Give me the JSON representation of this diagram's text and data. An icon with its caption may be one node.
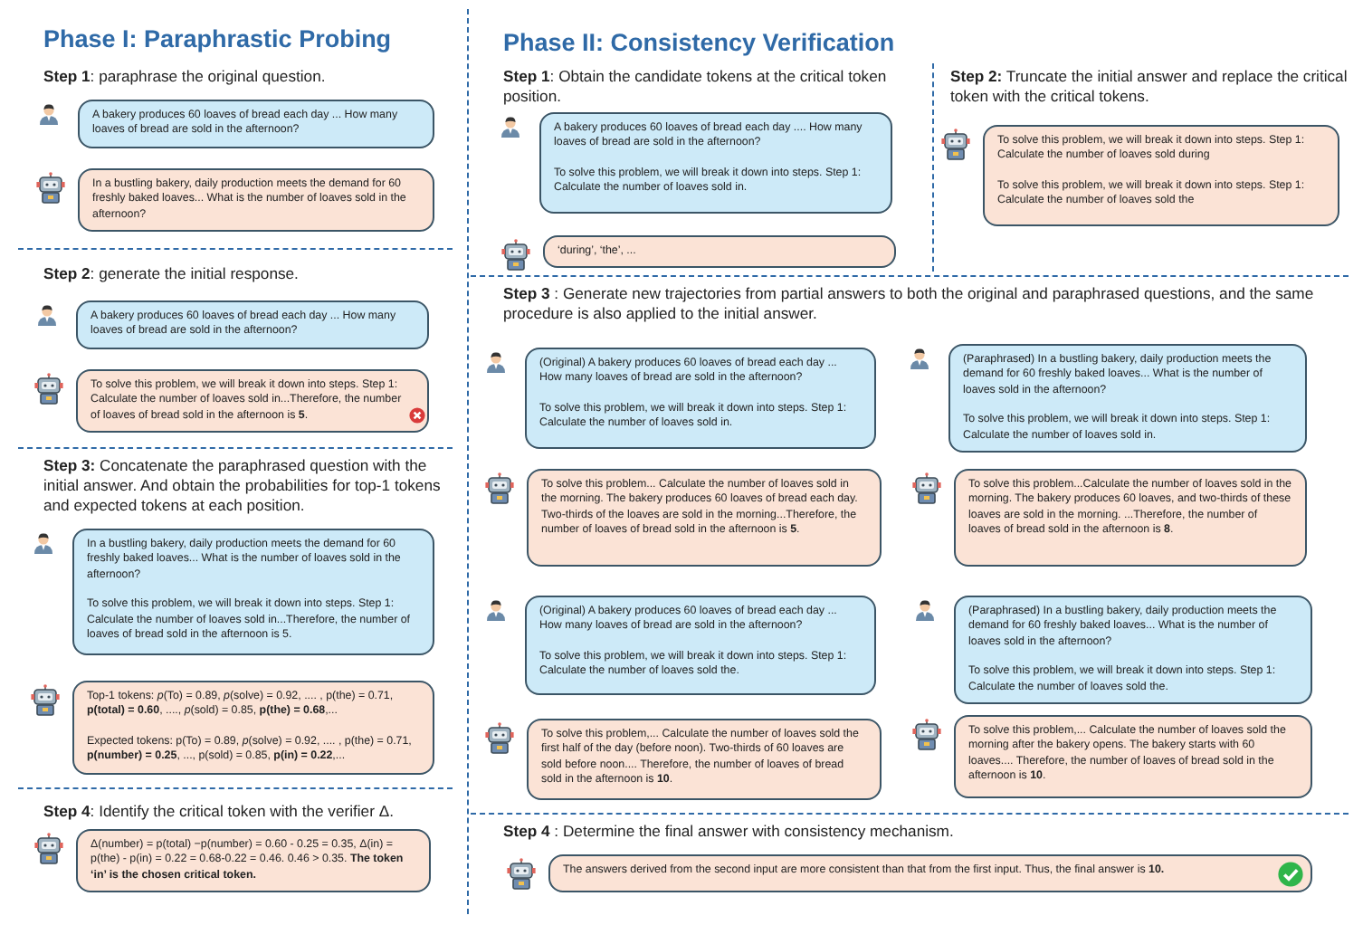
{
  "diagram": {
    "nodes": [
      {
        "text": [
          "A bakery produces 60 loaves of bread each day ... How many loaves of bread are sold in the afternoon?"
        ]
      },
      {
        "text": [
          "In a bustling bakery, daily production meets the demand for 60 freshly baked loaves... What is the number of loaves sold in the afternoon?"
        ]
      },
      {
        "text": [
          "A bakery produces 60 loaves of bread each day ... How many loaves of bread are sold in the afternoon?"
        ]
      },
      {
        "text": [
          "To solve this problem, we will break it down into steps. Step 1: Calculate the number of loaves sold in...Therefore, the number of loaves of bread sold in the afternoon is **5**."
        ]
      },
      {
        "text": [
          "In a bustling bakery, daily production meets the demand for 60 freshly baked loaves... What is the number of loaves sold in the afternoon?",
          "To solve this problem, we will break it down into steps. Step 1: Calculate the number of loaves sold in...Therefore, the number of loaves of bread sold in the afternoon is 5."
        ]
      },
      {
        "text": [
          "Top-1 tokens: *p*(To) = 0.89,  *p*(solve) = 0.92, .... , p(the) = 0.71, **p(total) = 0.60**, ...., *p*(sold) = 0.85, **p(the) = 0.68**,...",
          "Expected tokens: p(To) = 0.89,  *p*(solve) = 0.92, .... , p(the) = 0.71, **p(number) = 0.25**, ..., p(sold) = 0.85, **p(in) = 0.22**,..."
        ]
      },
      {
        "text": [
          "Δ(number) = p(total) −p(number) = 0.60 -  0.25 = 0.35, Δ(in) = p(the) - p(in) = 0.22 = 0.68-0.22 = 0.46. 0.46 > 0.35. **The token ‘in’ is the chosen critical token.**"
        ]
      },
      {
        "text": [
          "A bakery produces 60 loaves of bread each day .... How many loaves of bread are sold in the afternoon?",
          "To solve this problem, we will break it down into steps. Step 1: Calculate the number of loaves sold in."
        ]
      },
      {
        "text": [
          "‘during’, ‘the’, ..."
        ]
      },
      {
        "text": [
          "To solve this problem, we will break it down into steps. Step 1: Calculate the number of loaves sold during",
          "To solve this problem, we will break it down into steps. Step 1: Calculate the number of loaves sold the"
        ]
      },
      {
        "text": [
          "(Original) A bakery produces 60 loaves of bread each day ... How many loaves of bread are sold in the afternoon?",
          "To solve this problem, we will break it down into steps. Step 1: Calculate the number of loaves sold in."
        ]
      },
      {
        "text": [
          "(Paraphrased) In a bustling bakery, daily production meets the demand for 60 freshly baked loaves... What is the number of loaves sold in the afternoon?",
          "To solve this problem, we will break it down into steps. Step 1: Calculate the number of loaves sold in."
        ]
      },
      {
        "text": [
          "To solve this problem... Calculate the number of loaves sold in the morning. The bakery produces 60 loaves of bread each day. Two-thirds of the loaves are sold in the morning...Therefore, the number of loaves of bread sold in the afternoon is **5**."
        ]
      },
      {
        "text": [
          "To solve this problem...Calculate the number of loaves sold in the morning. The bakery produces 60 loaves, and two-thirds of these loaves are sold in the morning. ...Therefore, the number of loaves of bread sold in the afternoon is **8**."
        ]
      },
      {
        "text": [
          "(Original) A bakery produces 60 loaves of bread each day ... How many loaves of bread are sold in the afternoon?",
          "To solve this problem, we will break it down into steps. Step 1: Calculate the number of loaves sold the."
        ]
      },
      {
        "text": [
          "(Paraphrased) In a bustling bakery, daily production meets the demand for 60 freshly baked loaves... What is the number of loaves sold in the afternoon?",
          "To solve this problem, we will break it down into steps. Step 1: Calculate the number of loaves sold the."
        ]
      },
      {
        "text": [
          "To solve this problem,... Calculate the number of loaves sold the first half of the day (before noon). Two-thirds of 60 loaves are sold before noon.... Therefore, the number of loaves of bread sold in the afternoon is **10**."
        ]
      },
      {
        "text": [
          "To solve this problem,... Calculate the number of loaves sold the morning after the bakery opens. The bakery starts with 60 loaves.... Therefore, the number of loaves of bread sold in the afternoon is **10**."
        ]
      },
      {
        "text": [
          "The answers derived from the second input are more consistent than that from the first input. Thus, the final answer is **10.**"
        ]
      }
    ],
    "labels": [
      "Phase I: Paraphrastic Probing",
      "**Step 1**: paraphrase the original question.",
      "**Step 2**: generate the initial response.",
      "**Step 3:** Concatenate the paraphrased question with the initial answer. And obtain the probabilities for top-1 tokens and expected tokens at each position.",
      "**Step 4**: Identify the critical token with the verifier Δ.",
      "Phase II: Consistency Verification",
      "**Step 1**: Obtain the candidate tokens at the critical token position.",
      "**Step 2:** Truncate the initial answer and replace the critical token with the critical tokens.",
      "**Step 3** : Generate new trajectories from partial answers to both the original and paraphrased questions, and the same procedure is also applied to the initial answer.",
      "**Step 4** : Determine the final answer with consistency mechanism."
    ]
  }
}
